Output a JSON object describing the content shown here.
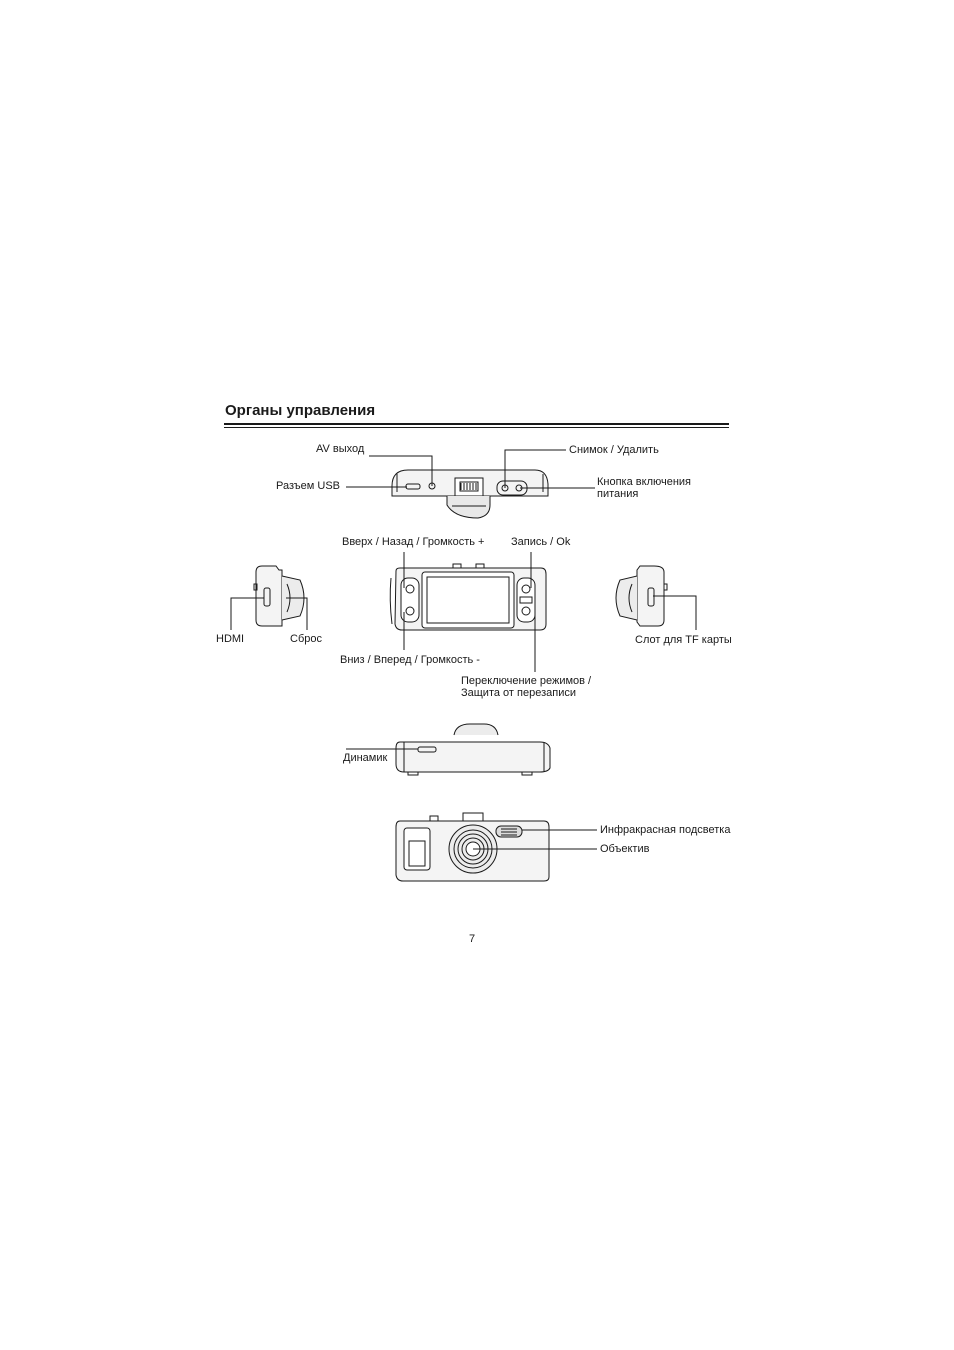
{
  "section_title": "Органы управления",
  "labels": {
    "av_out": "AV выход",
    "usb": "Разъем USB",
    "snapshot_delete": "Снимок / Удалить",
    "power_button_l1": "Кнопка включения",
    "power_button_l2": "питания",
    "up_back_volume": "Вверх / Назад / Громкость +",
    "record_ok": "Запись / Ok",
    "hdmi": "HDMI",
    "reset": "Сброс",
    "tf_slot": "Слот для TF карты",
    "down_forward_volume": "Вниз / Вперед / Громкость -",
    "mode_switch_l1": "Переключение режимов /",
    "mode_switch_l2": "Защита от перезаписи",
    "speaker": "Динамик",
    "ir_light": "Инфракрасная подсветка",
    "lens": "Объектив"
  },
  "page_number": "7"
}
